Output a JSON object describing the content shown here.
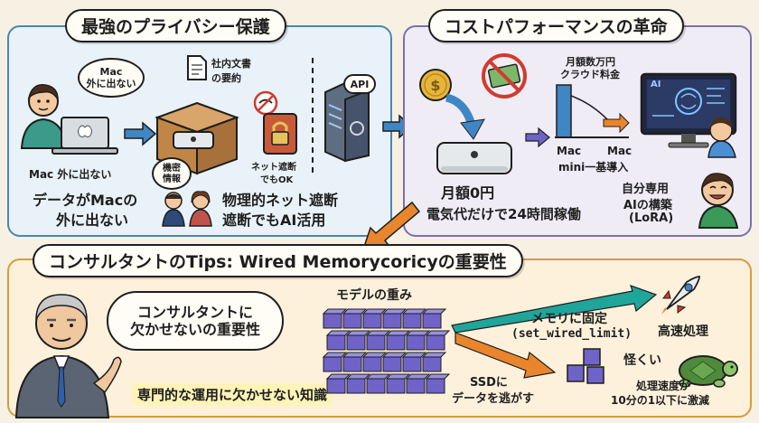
{
  "privacy": {
    "title": "最強のプライバシー保護",
    "bubble_mac_1": "Mac",
    "bubble_mac_2": "外に出ない",
    "doc_label_1": "社内文書",
    "doc_label_2": "の要約",
    "api_label": "API",
    "mac_stays_caption": "Mac 外に出ない",
    "confidential_1": "機密",
    "confidential_2": "情報",
    "offline_ok_1": "ネット遮断",
    "offline_ok_2": "でもOK",
    "headline_left_1": "データがMacの",
    "headline_left_2": "外に出ない",
    "headline_right_1": "物理的ネット遮断",
    "headline_right_2": "遮断でもAI活用"
  },
  "cost": {
    "title": "コストパフォーマンスの革命",
    "cloud_fee_1": "月額数万円",
    "cloud_fee_2": "クラウド料金",
    "chart_label_left": "Mac",
    "chart_label_right": "Mac",
    "chart_caption": "mini一基導入",
    "monthly_zero": "月額0円",
    "electricity": "電気代だけで24時間稼働",
    "custom_ai_1": "自分専用",
    "custom_ai_2": "AIの構築",
    "custom_ai_3": "(LoRA)",
    "screen_badge": "AI"
  },
  "tips": {
    "title": "コンサルタントのTips: Wired Memorycoricyの重要性",
    "bubble_1": "コンサルタントに",
    "bubble_2": "欠かせないの重要性",
    "footer": "専門的な運用に欠かせない知識",
    "model_weights": "モデルの重み",
    "pin_memory_1": "メモリに固定",
    "pin_memory_2": "(set_wired_limit)",
    "fast": "高速処理",
    "ssd_1": "SSDに",
    "ssd_2": "データを逃がす",
    "scary": "怪くい",
    "slow_1": "処理速度が",
    "slow_2": "10分の1以下に激減"
  },
  "colors": {
    "privacy_bg": "#e8f2f8",
    "cost_bg": "#efecf6",
    "tips_bg": "#fdf1dc",
    "arrow_blue": "#3f86c4",
    "arrow_orange": "#e9862d",
    "arrow_teal": "#1fa59a",
    "cube_purple": "#6f63c7"
  }
}
